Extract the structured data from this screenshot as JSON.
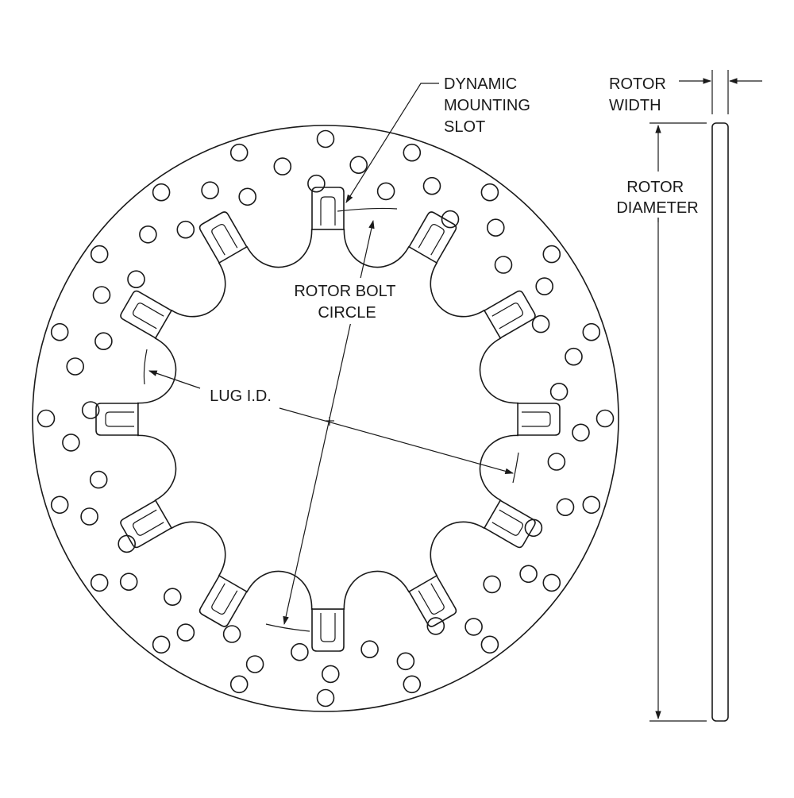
{
  "labels": {
    "dynamic_mounting_slot": [
      "DYNAMIC",
      "MOUNTING",
      "SLOT"
    ],
    "rotor_width": [
      "ROTOR",
      "WIDTH"
    ],
    "rotor_diameter": [
      "ROTOR",
      "DIAMETER"
    ],
    "rotor_bolt_circle": [
      "ROTOR BOLT",
      "CIRCLE"
    ],
    "lug_id": [
      "LUG I.D."
    ]
  },
  "rotor": {
    "mounting_slot_count": 12,
    "vent_hole_count": 62
  },
  "colors": {
    "line": "#1a1a1a",
    "background": "#ffffff"
  }
}
